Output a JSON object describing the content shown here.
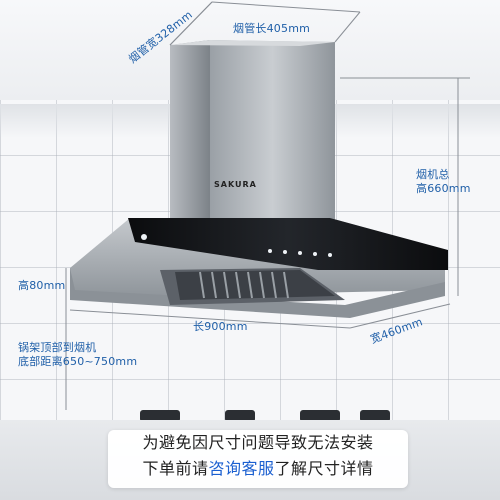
{
  "dimensions": {
    "flue_width": "烟管宽328mm",
    "flue_length": "烟管长405mm",
    "total_height_line1": "烟机总",
    "total_height_line2": "高660mm",
    "hood_height": "高80mm",
    "length": "长900mm",
    "depth": "宽460mm",
    "install_line1": "锅架顶部到烟机",
    "install_line2": "底部距离650~750mm"
  },
  "brand": "SAKURA",
  "notice": {
    "line1": "为避免因尺寸问题导致无法安装",
    "line2_pre": "下单前请",
    "line2_highlight": "咨询客服",
    "line2_post": "了解尺寸详情"
  },
  "colors": {
    "dimension_text": "#1f5fa8",
    "highlight": "#1a5fd0"
  }
}
